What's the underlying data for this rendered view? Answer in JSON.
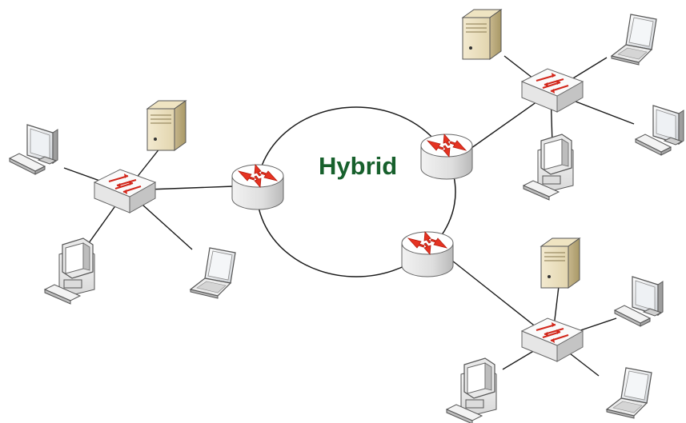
{
  "diagram": {
    "title": "Hybrid",
    "title_color": "#17602c",
    "link_color": "#1a1a1a",
    "router_arrow_color": "#e0301e",
    "clusters": [
      {
        "id": "left",
        "devices": [
          "server-icon",
          "monitor-icon",
          "desktop-pc-icon",
          "laptop-icon"
        ]
      },
      {
        "id": "top-right",
        "devices": [
          "server-icon",
          "laptop-icon",
          "monitor-icon",
          "desktop-pc-icon"
        ]
      },
      {
        "id": "bottom-right",
        "devices": [
          "server-icon",
          "monitor-icon",
          "desktop-pc-icon",
          "laptop-icon"
        ]
      }
    ]
  }
}
